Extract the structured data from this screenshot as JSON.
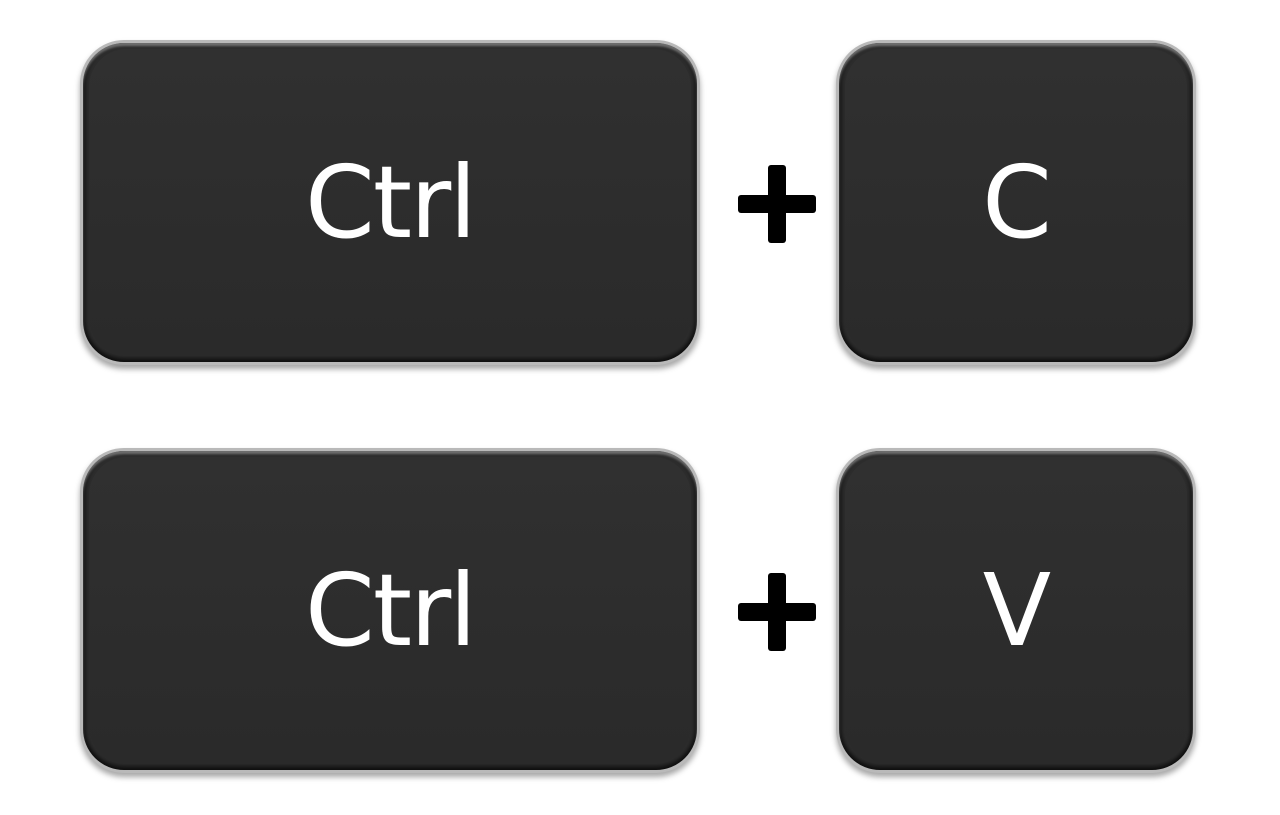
{
  "shortcuts": [
    {
      "modifier": "Ctrl",
      "operator": "+",
      "key": "C"
    },
    {
      "modifier": "Ctrl",
      "operator": "+",
      "key": "V"
    }
  ],
  "colors": {
    "key_face": "#2d2d2d",
    "key_border": "#b9b9b9",
    "key_text": "#ffffff",
    "plus": "#000000",
    "background": "#ffffff"
  }
}
